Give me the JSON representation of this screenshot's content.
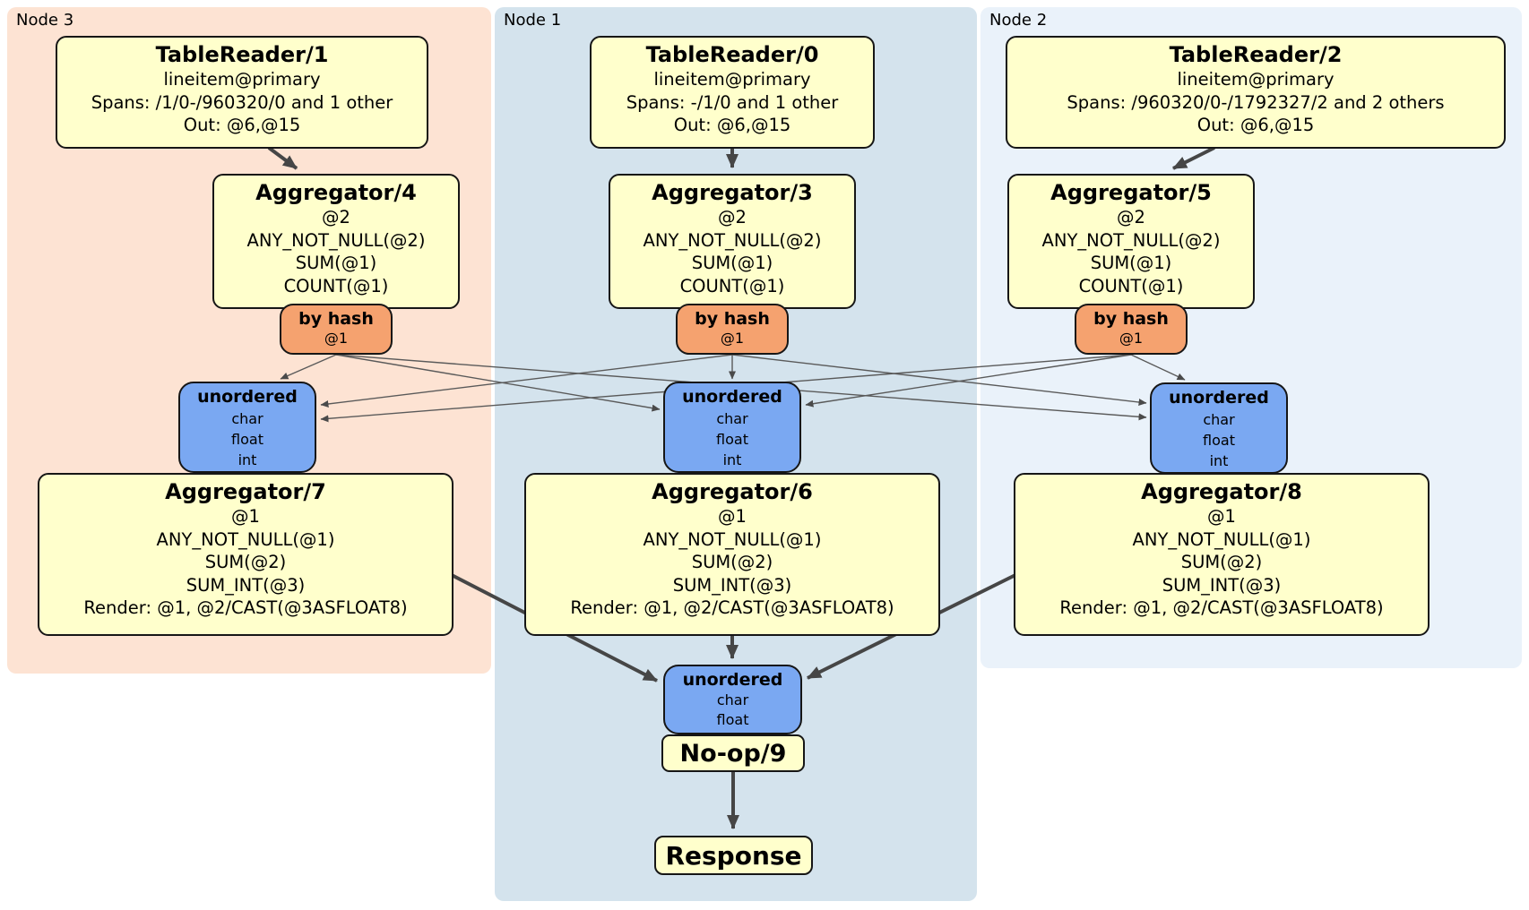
{
  "colors": {
    "node3_bg": "#fde3d3",
    "node1_bg": "#d4e3ed",
    "node2_bg": "#eaf2fa",
    "processor_fill": "#ffffcc",
    "router_fill": "#f5a26f",
    "sync_fill": "#7aa8f2",
    "edge": "#4a4a4a",
    "border": "#161616"
  },
  "groups": {
    "node3": {
      "label": "Node 3"
    },
    "node1": {
      "label": "Node 1"
    },
    "node2": {
      "label": "Node 2"
    }
  },
  "processors": {
    "tr1": {
      "title": "TableReader/1",
      "lines": [
        "lineitem@primary",
        "Spans: /1/0-/960320/0 and 1 other",
        "Out: @6,@15"
      ]
    },
    "tr0": {
      "title": "TableReader/0",
      "lines": [
        "lineitem@primary",
        "Spans: -/1/0 and 1 other",
        "Out: @6,@15"
      ]
    },
    "tr2": {
      "title": "TableReader/2",
      "lines": [
        "lineitem@primary",
        "Spans: /960320/0-/1792327/2 and 2 others",
        "Out: @6,@15"
      ]
    },
    "agg4": {
      "title": "Aggregator/4",
      "lines": [
        "@2",
        "ANY_NOT_NULL(@2)",
        "SUM(@1)",
        "COUNT(@1)"
      ]
    },
    "agg3": {
      "title": "Aggregator/3",
      "lines": [
        "@2",
        "ANY_NOT_NULL(@2)",
        "SUM(@1)",
        "COUNT(@1)"
      ]
    },
    "agg5": {
      "title": "Aggregator/5",
      "lines": [
        "@2",
        "ANY_NOT_NULL(@2)",
        "SUM(@1)",
        "COUNT(@1)"
      ]
    },
    "agg7": {
      "title": "Aggregator/7",
      "lines": [
        "@1",
        "ANY_NOT_NULL(@1)",
        "SUM(@2)",
        "SUM_INT(@3)",
        "Render: @1, @2/CAST(@3ASFLOAT8)"
      ]
    },
    "agg6": {
      "title": "Aggregator/6",
      "lines": [
        "@1",
        "ANY_NOT_NULL(@1)",
        "SUM(@2)",
        "SUM_INT(@3)",
        "Render: @1, @2/CAST(@3ASFLOAT8)"
      ]
    },
    "agg8": {
      "title": "Aggregator/8",
      "lines": [
        "@1",
        "ANY_NOT_NULL(@1)",
        "SUM(@2)",
        "SUM_INT(@3)",
        "Render: @1, @2/CAST(@3ASFLOAT8)"
      ]
    },
    "noop": {
      "title": "No-op/9"
    },
    "response": {
      "title": "Response"
    }
  },
  "routers": {
    "hashA": {
      "title": "by hash",
      "detail": "@1"
    },
    "hashB": {
      "title": "by hash",
      "detail": "@1"
    },
    "hashC": {
      "title": "by hash",
      "detail": "@1"
    }
  },
  "syncs": {
    "unA": {
      "title": "unordered",
      "types": [
        "char",
        "float",
        "int"
      ]
    },
    "unB": {
      "title": "unordered",
      "types": [
        "char",
        "float",
        "int"
      ]
    },
    "unC": {
      "title": "unordered",
      "types": [
        "char",
        "float",
        "int"
      ]
    },
    "unD": {
      "title": "unordered",
      "types": [
        "char",
        "float"
      ]
    }
  }
}
